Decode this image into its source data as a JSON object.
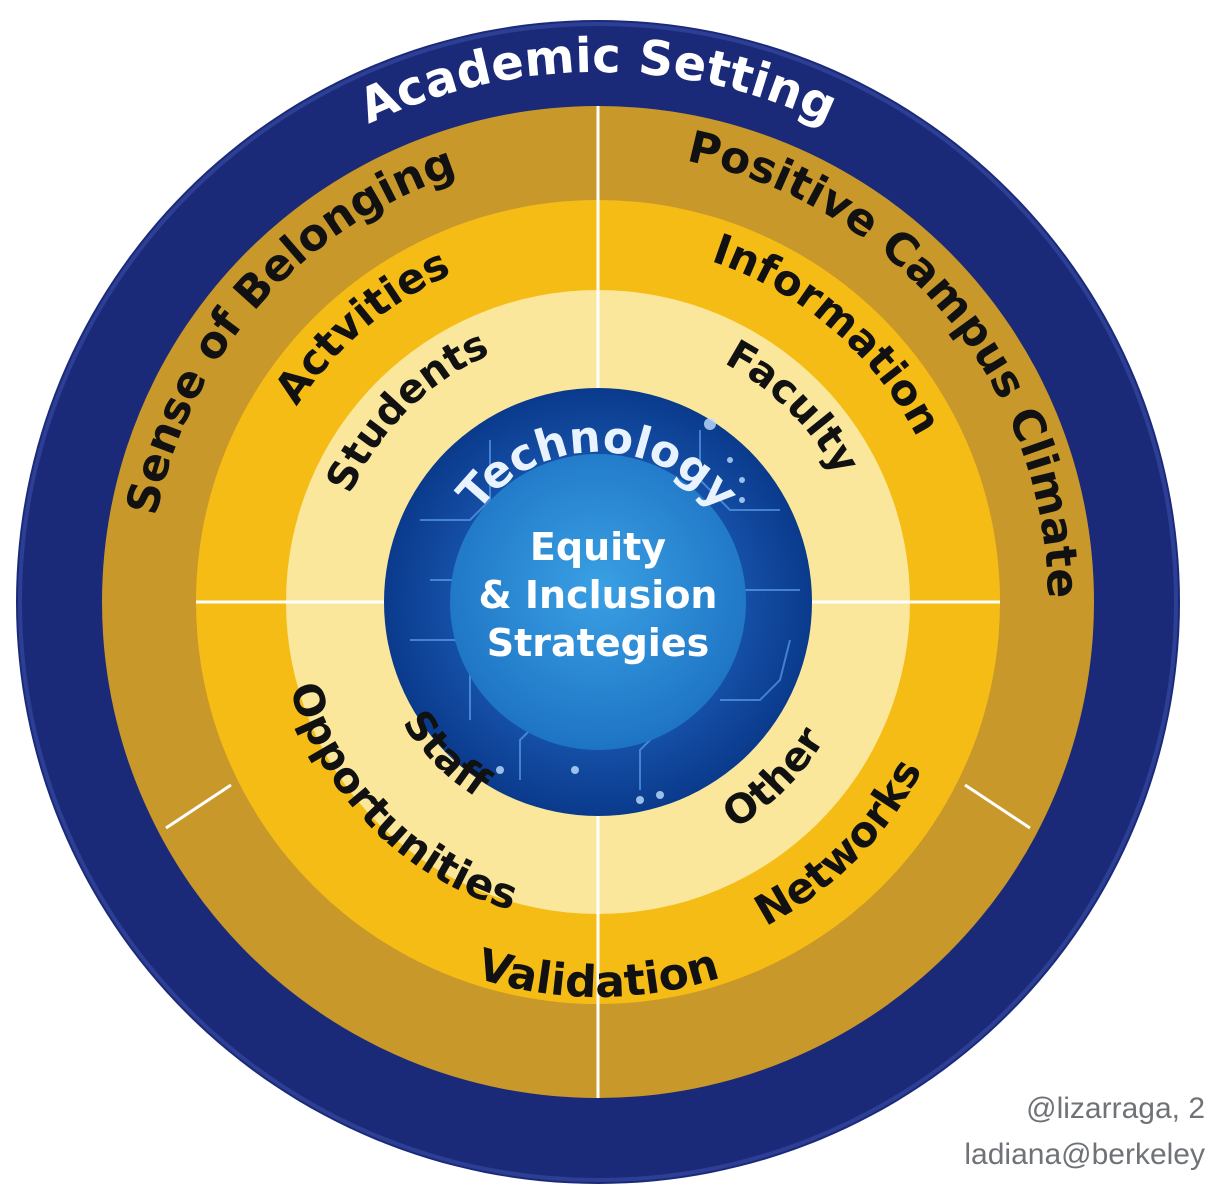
{
  "colors": {
    "outer_ring": "#1b2a78",
    "outer_ring_dark": "#14206a",
    "gold_dark": "#c9982a",
    "gold_mid": "#f5bc16",
    "gold_light": "#fbe79c",
    "tech_blue_dark": "#0a3a8c",
    "tech_blue": "#1f61c4",
    "core_blue": "#2e8fd6",
    "divider": "#ffffff"
  },
  "outer_ring": {
    "label": "Academic Setting"
  },
  "ring_2": {
    "labels": {
      "top_right": "Positive Campus Climate",
      "top_left": "Sense of Belonging",
      "bottom": "Validation"
    }
  },
  "ring_3": {
    "labels": {
      "top_left": "Actvities",
      "top_right": "Information",
      "bottom_left": "Opportunities",
      "bottom_right": "Networks"
    }
  },
  "ring_4": {
    "labels": {
      "top_left": "Students",
      "top_right": "Faculty",
      "bottom_left": "Staff",
      "bottom_right": "Other"
    }
  },
  "technology": {
    "label": "Technology"
  },
  "core": {
    "line1": "Equity",
    "line2": "& Inclusion",
    "line3": "Strategies"
  },
  "credit": {
    "line1": "@lizarraga, 2",
    "line2": "ladiana@berkeley"
  }
}
